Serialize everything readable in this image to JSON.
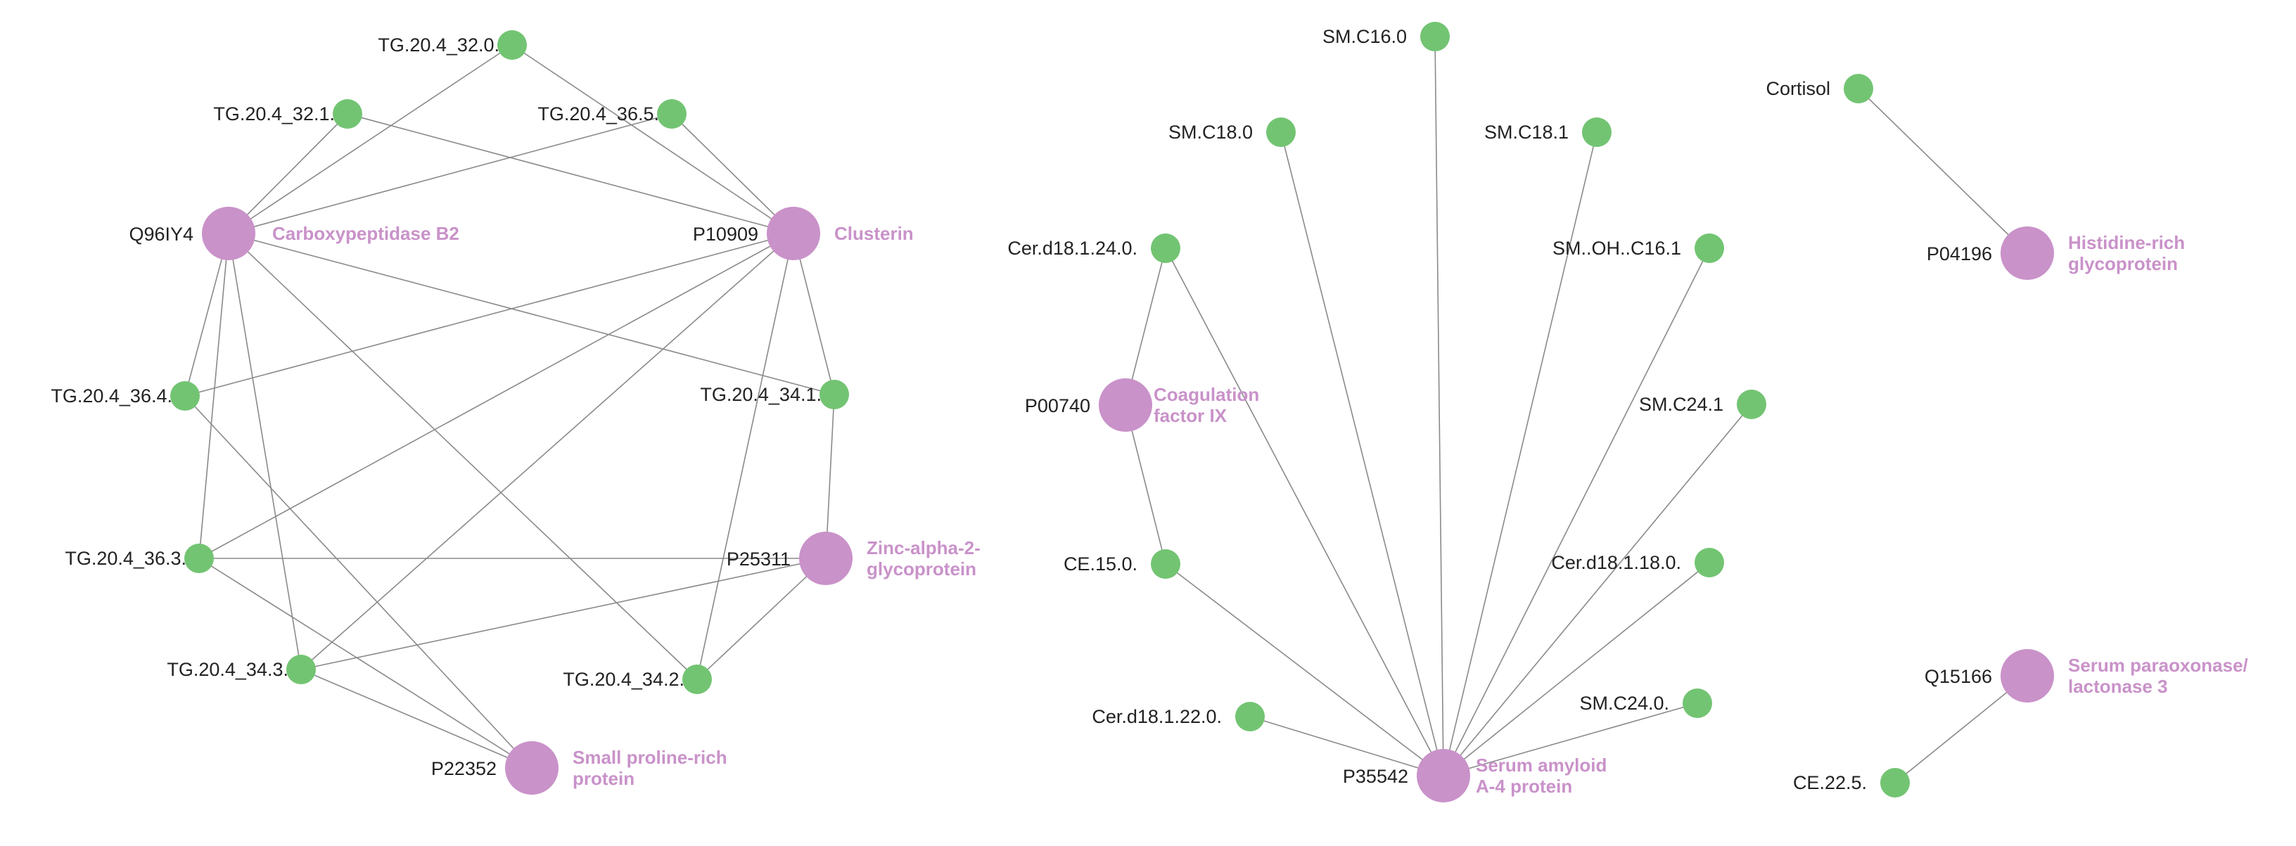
{
  "colors": {
    "lipid_node": "#72c472",
    "protein_node": "#c992c9",
    "edge": "#8a8a8a",
    "protein_name": "#c992c9"
  },
  "proteins": [
    {
      "key": "cpb2",
      "id": "Q96IY4",
      "name": [
        "Carboxypeptidase B2"
      ]
    },
    {
      "key": "clu",
      "id": "P10909",
      "name": [
        "Clusterin"
      ]
    },
    {
      "key": "azgp1",
      "id": "P25311",
      "name": [
        "Zinc-alpha-2-",
        "glycoprotein"
      ]
    },
    {
      "key": "sprr",
      "id": "P22352",
      "name": [
        "Small proline-rich",
        "protein"
      ]
    },
    {
      "key": "f9",
      "id": "P00740",
      "name": [
        "Coagulation",
        "factor IX"
      ]
    },
    {
      "key": "saa4",
      "id": "P35542",
      "name": [
        "Serum amyloid",
        "A-4 protein"
      ]
    },
    {
      "key": "hrg",
      "id": "P04196",
      "name": [
        "Histidine-rich",
        "glycoprotein"
      ]
    },
    {
      "key": "pon3",
      "id": "Q15166",
      "name": [
        "Serum paraoxonase/",
        "lactonase 3"
      ]
    }
  ],
  "lipids": [
    {
      "key": "tg32_0",
      "label": "TG.20.4_32.0."
    },
    {
      "key": "tg32_1",
      "label": "TG.20.4_32.1."
    },
    {
      "key": "tg36_5",
      "label": "TG.20.4_36.5."
    },
    {
      "key": "tg36_4",
      "label": "TG.20.4_36.4."
    },
    {
      "key": "tg34_1",
      "label": "TG.20.4_34.1."
    },
    {
      "key": "tg36_3",
      "label": "TG.20.4_36.3."
    },
    {
      "key": "tg34_3",
      "label": "TG.20.4_34.3."
    },
    {
      "key": "tg34_2",
      "label": "TG.20.4_34.2."
    },
    {
      "key": "smc16_0",
      "label": "SM.C16.0"
    },
    {
      "key": "smc18_0",
      "label": "SM.C18.0"
    },
    {
      "key": "smc18_1",
      "label": "SM.C18.1"
    },
    {
      "key": "cer24_0",
      "label": "Cer.d18.1.24.0."
    },
    {
      "key": "smoh16_1",
      "label": "SM..OH..C16.1"
    },
    {
      "key": "smc24_1",
      "label": "SM.C24.1"
    },
    {
      "key": "ce15_0",
      "label": "CE.15.0."
    },
    {
      "key": "cer18_0",
      "label": "Cer.d18.1.18.0."
    },
    {
      "key": "cer22_0",
      "label": "Cer.d18.1.22.0."
    },
    {
      "key": "smc24_0",
      "label": "SM.C24.0."
    },
    {
      "key": "cortisol",
      "label": "Cortisol"
    },
    {
      "key": "ce22_5",
      "label": "CE.22.5."
    }
  ],
  "edges": [
    [
      "cpb2",
      "tg32_0"
    ],
    [
      "cpb2",
      "tg32_1"
    ],
    [
      "cpb2",
      "tg36_5"
    ],
    [
      "cpb2",
      "tg36_4"
    ],
    [
      "cpb2",
      "tg34_1"
    ],
    [
      "cpb2",
      "tg36_3"
    ],
    [
      "cpb2",
      "tg34_3"
    ],
    [
      "cpb2",
      "tg34_2"
    ],
    [
      "clu",
      "tg32_0"
    ],
    [
      "clu",
      "tg32_1"
    ],
    [
      "clu",
      "tg36_5"
    ],
    [
      "clu",
      "tg36_4"
    ],
    [
      "clu",
      "tg34_1"
    ],
    [
      "clu",
      "tg36_3"
    ],
    [
      "clu",
      "tg34_3"
    ],
    [
      "clu",
      "tg34_2"
    ],
    [
      "azgp1",
      "tg34_1"
    ],
    [
      "azgp1",
      "tg36_3"
    ],
    [
      "azgp1",
      "tg34_3"
    ],
    [
      "azgp1",
      "tg34_2"
    ],
    [
      "sprr",
      "tg36_4"
    ],
    [
      "sprr",
      "tg36_3"
    ],
    [
      "sprr",
      "tg34_3"
    ],
    [
      "f9",
      "cer24_0"
    ],
    [
      "f9",
      "ce15_0"
    ],
    [
      "saa4",
      "smc16_0"
    ],
    [
      "saa4",
      "smc18_0"
    ],
    [
      "saa4",
      "smc18_1"
    ],
    [
      "saa4",
      "cer24_0"
    ],
    [
      "saa4",
      "smoh16_1"
    ],
    [
      "saa4",
      "smc24_1"
    ],
    [
      "saa4",
      "ce15_0"
    ],
    [
      "saa4",
      "cer18_0"
    ],
    [
      "saa4",
      "cer22_0"
    ],
    [
      "saa4",
      "smc24_0"
    ],
    [
      "hrg",
      "cortisol"
    ],
    [
      "pon3",
      "ce22_5"
    ]
  ]
}
